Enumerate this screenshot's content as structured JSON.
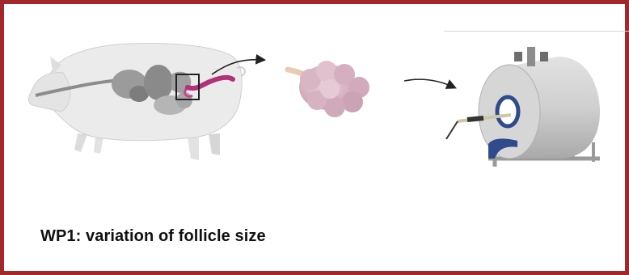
{
  "caption": "WP1: variation of follicle size",
  "colors": {
    "frame_border": "#a3262a",
    "pig_body": "#e9e9e9",
    "organs": "#8c8c8c",
    "uterus_highlight": "#b3307a",
    "ovary": "#d9b3c1",
    "scanner_body": "#c9c9c9",
    "scanner_accent": "#2f4b8c"
  },
  "icons": [
    "pig-anatomy-illustration",
    "zoom-box-icon",
    "ovary-illustration",
    "mri-scanner-illustration",
    "arrow-icon"
  ]
}
